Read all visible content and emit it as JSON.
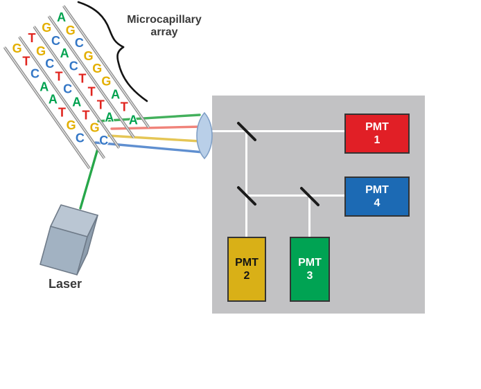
{
  "labels": {
    "array_title_line1": "Microcapillary",
    "array_title_line2": "array",
    "title_color": "#3a3a3a"
  },
  "microcapillary_array": {
    "tube_color": "#8f8f8f",
    "base_colors": {
      "A": "#00a24f",
      "C": "#3477c6",
      "G": "#e3af00",
      "T": "#e0251f"
    },
    "lanes": [
      {
        "name": "capillary-lane-1",
        "sequence": [
          "G",
          "T",
          "C",
          "A",
          "A",
          "T",
          "G",
          "C"
        ]
      },
      {
        "name": "capillary-lane-2",
        "sequence": [
          "T",
          "G",
          "C",
          "T",
          "C",
          "A",
          "T",
          "G",
          "C"
        ]
      },
      {
        "name": "capillary-lane-3",
        "sequence": [
          "G",
          "C",
          "A",
          "C",
          "T",
          "T",
          "T",
          "A"
        ]
      },
      {
        "name": "capillary-lane-4",
        "sequence": [
          "A",
          "G",
          "C",
          "G",
          "G",
          "G",
          "A",
          "T",
          "A"
        ]
      }
    ]
  },
  "optics": {
    "detection_box_color": "#c2c2c4",
    "beam_splitter_color": "#1a1a1a",
    "white_beam_color": "#ffffff",
    "lens_fill": "#b9cfe8",
    "lens_stroke": "#7f9fc6",
    "brace_color": "#141414",
    "emission_beams": [
      {
        "name": "emission-beam-green",
        "color": "#43b05c"
      },
      {
        "name": "emission-beam-red",
        "color": "#f0837a"
      },
      {
        "name": "emission-beam-yellow",
        "color": "#e5c656"
      },
      {
        "name": "emission-beam-blue",
        "color": "#5f8fd0"
      }
    ]
  },
  "laser": {
    "label": "Laser",
    "beam_color": "#27a74a",
    "body_top": "#bac6d3",
    "body_front": "#a2b2c2",
    "body_side": "#8e9eae",
    "outline": "#6e7a88"
  },
  "pmts": [
    {
      "line1": "PMT",
      "line2": "1",
      "color": "#e11f26",
      "text_color": "#ffffff"
    },
    {
      "line1": "PMT",
      "line2": "2",
      "color": "#d9b017",
      "text_color": "#141414"
    },
    {
      "line1": "PMT",
      "line2": "3",
      "color": "#00a353",
      "text_color": "#ffffff"
    },
    {
      "line1": "PMT",
      "line2": "4",
      "color": "#1c6ab4",
      "text_color": "#ffffff"
    }
  ]
}
